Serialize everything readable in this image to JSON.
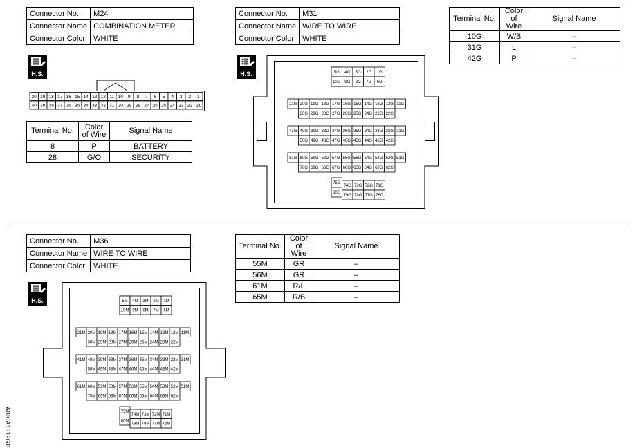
{
  "labels": {
    "connector_no": "Connector No.",
    "connector_name": "Connector Name",
    "connector_color": "Connector Color",
    "terminal_no": "Terminal No.",
    "color_of_wire": "Color of Wire",
    "signal_name": "Signal Name",
    "hs": "H.S."
  },
  "connectors": {
    "m24": {
      "no": "M24",
      "name": "COMBINATION METER",
      "color": "WHITE",
      "top_row": [
        "20",
        "19",
        "18",
        "17",
        "16",
        "15",
        "14",
        "13",
        "12",
        "11",
        "10",
        "9",
        "8",
        "7",
        "6",
        "5",
        "4",
        "3",
        "2",
        "1"
      ],
      "bottom_row": [
        "40",
        "39",
        "38",
        "37",
        "36",
        "35",
        "34",
        "33",
        "32",
        "31",
        "30",
        "29",
        "28",
        "27",
        "26",
        "25",
        "24",
        "23",
        "22",
        "21"
      ],
      "terminals": [
        {
          "terminal": "8",
          "color": "P",
          "signal": "BATTERY"
        },
        {
          "terminal": "28",
          "color": "G/O",
          "signal": "SECURITY"
        }
      ]
    },
    "m31": {
      "no": "M31",
      "name": "WIRE TO WIRE",
      "color": "WHITE",
      "terminals": [
        {
          "terminal": "10G",
          "color": "W/B",
          "signal": "–"
        },
        {
          "terminal": "31G",
          "color": "L",
          "signal": "–"
        },
        {
          "terminal": "42G",
          "color": "P",
          "signal": "–"
        }
      ]
    },
    "m36": {
      "no": "M36",
      "name": "WIRE TO WIRE",
      "color": "WHITE",
      "terminals": [
        {
          "terminal": "55M",
          "color": "GR",
          "signal": "–"
        },
        {
          "terminal": "56M",
          "color": "GR",
          "signal": "–"
        },
        {
          "terminal": "61M",
          "color": "R/L",
          "signal": "–"
        },
        {
          "terminal": "65M",
          "color": "R/B",
          "signal": "–"
        }
      ]
    }
  },
  "ref_code": "ABKIA1319GB"
}
